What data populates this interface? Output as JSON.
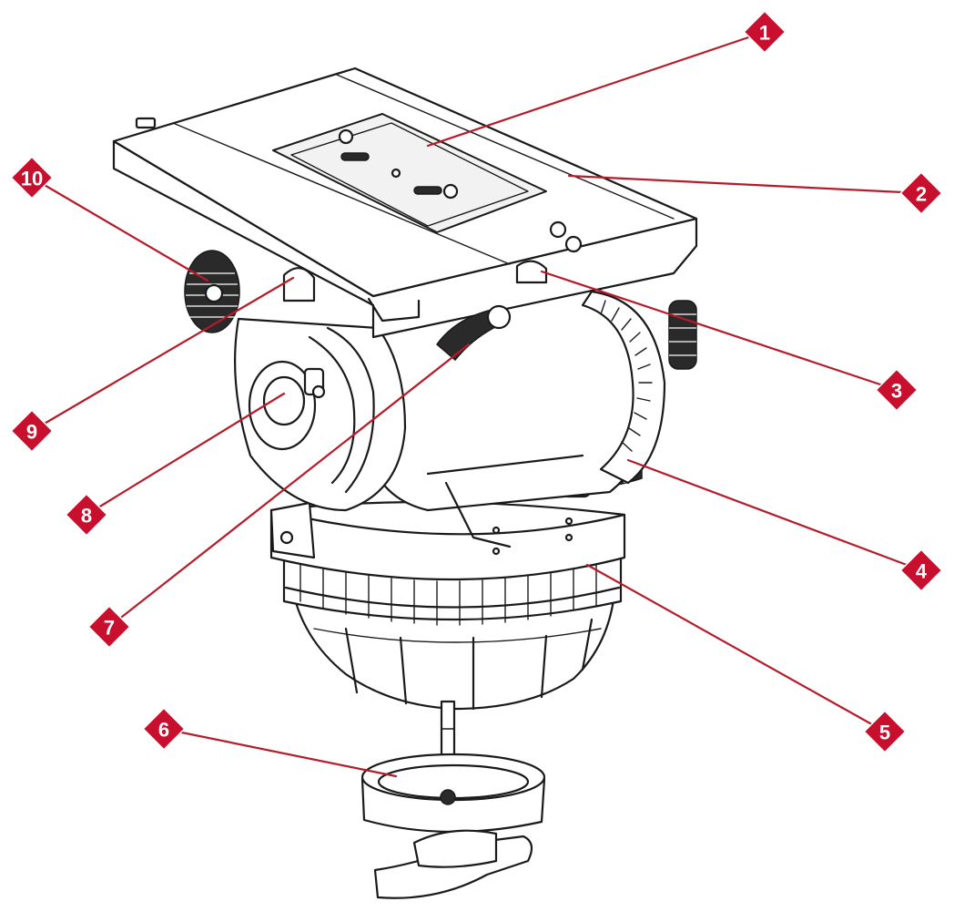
{
  "colors": {
    "callout": "#c8102e",
    "leader": "#b51c2a",
    "line_art": "#1a1a1a"
  },
  "callouts": [
    {
      "label": "1"
    },
    {
      "label": "2"
    },
    {
      "label": "3"
    },
    {
      "label": "4"
    },
    {
      "label": "5"
    },
    {
      "label": "6"
    },
    {
      "label": "7"
    },
    {
      "label": "8"
    },
    {
      "label": "9"
    },
    {
      "label": "10"
    }
  ]
}
